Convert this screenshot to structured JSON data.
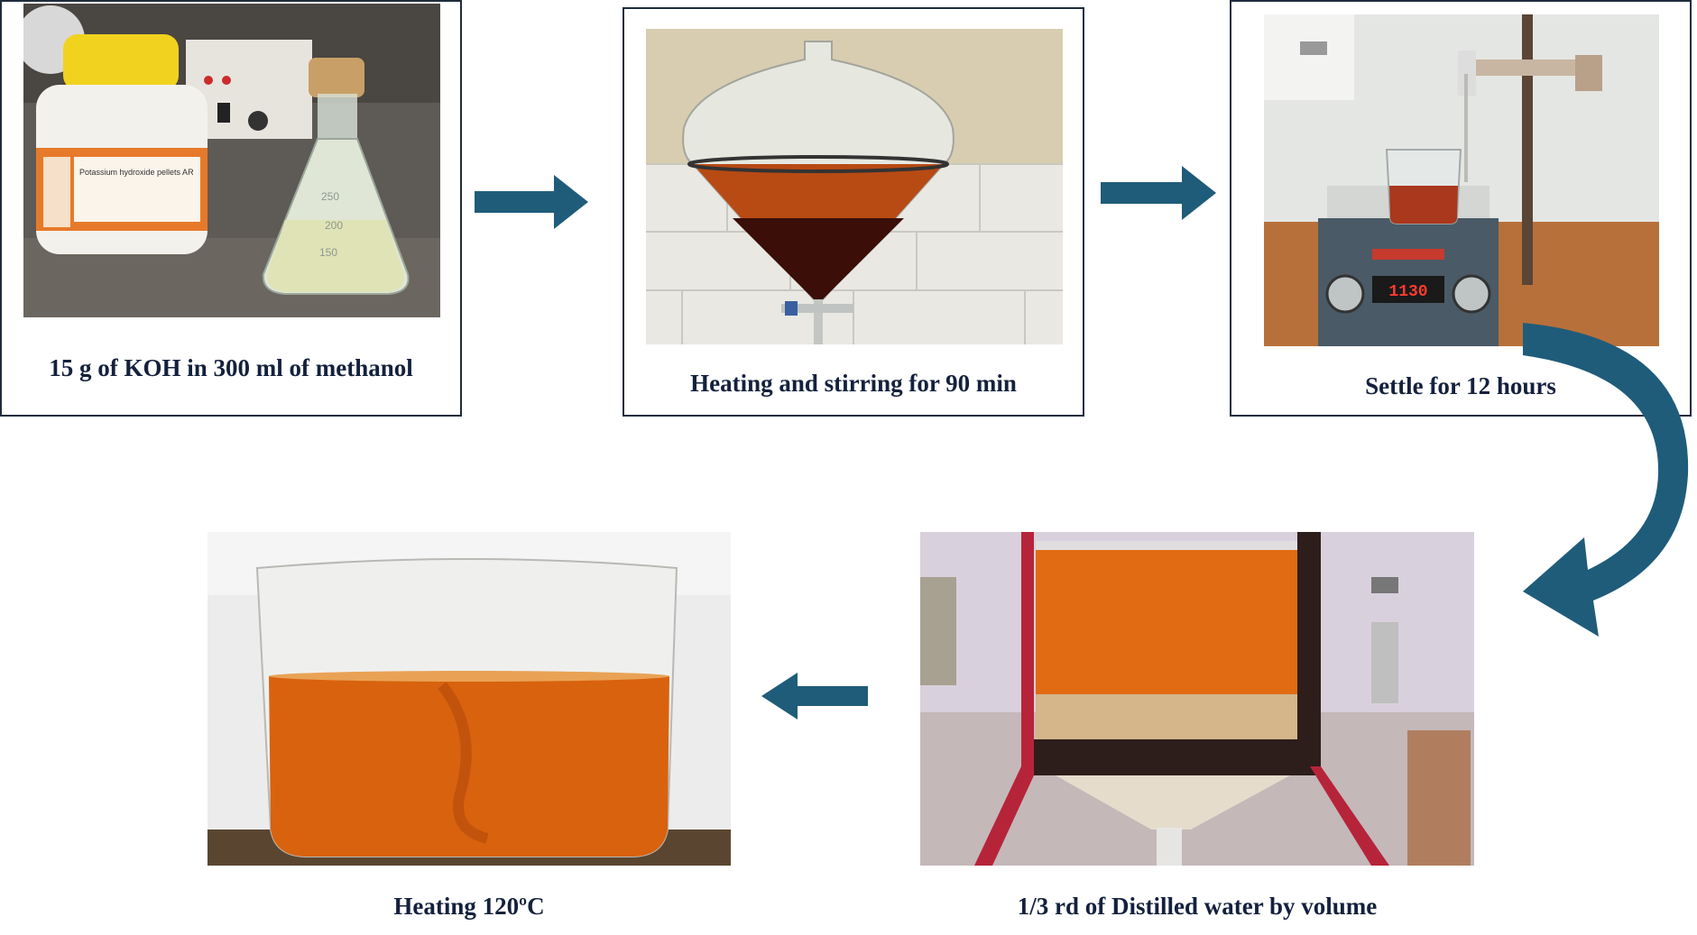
{
  "steps": [
    {
      "label": "15 g of KOH in 300 ml of methanol",
      "photo": "koh-bottle-and-methanol-flask"
    },
    {
      "label": "Heating and stirring for 90 min",
      "photo": "separating-funnel-with-oil"
    },
    {
      "label": "Settle for 12 hours",
      "photo": "beaker-on-hotplate-stirrer"
    },
    {
      "label": "1/3 rd of Distilled water by volume",
      "photo": "large-separating-funnel-on-stand"
    },
    {
      "label": "Heating 120ºC",
      "photo": "beaker-of-orange-oil"
    }
  ],
  "labels_in_photos": {
    "bottle_label": "Potassium hydroxide pellets AR",
    "flask_marks": [
      "250",
      "200",
      "150"
    ],
    "stirrer_display": "1130"
  },
  "colors": {
    "arrow": "#1f5c7a",
    "caption": "#14213d",
    "border": "#1f2d3d",
    "oil": "#d9620e"
  }
}
